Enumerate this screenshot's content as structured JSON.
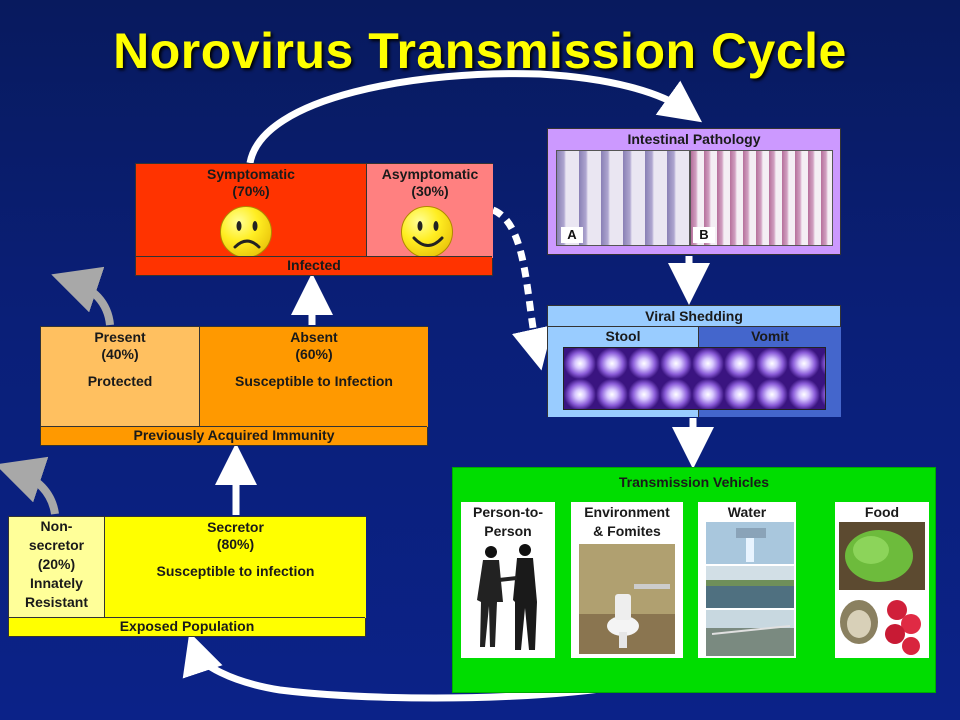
{
  "title": "Norovirus Transmission Cycle",
  "infected": {
    "symptomatic": {
      "label": "Symptomatic",
      "pct": "(70%)"
    },
    "asymptomatic": {
      "label": "Asymptomatic",
      "pct": "(30%)"
    },
    "bar": "Infected"
  },
  "immunity": {
    "present": {
      "label": "Present",
      "pct": "(40%)",
      "desc": "Protected"
    },
    "absent": {
      "label": "Absent",
      "pct": "(60%)",
      "desc": "Susceptible to Infection"
    },
    "bar": "Previously Acquired Immunity"
  },
  "exposed": {
    "nonsecretor": {
      "line1": "Non-",
      "line2": "secretor",
      "pct": "(20%)",
      "line4": "Innately",
      "line5": "Resistant"
    },
    "secretor": {
      "label": "Secretor",
      "pct": "(80%)",
      "desc": "Susceptible to infection"
    },
    "bar": "Exposed Population"
  },
  "intestinal": {
    "title": "Intestinal Pathology",
    "tag_a": "A",
    "tag_b": "B"
  },
  "shedding": {
    "title": "Viral Shedding",
    "stool": "Stool",
    "vomit": "Vomit"
  },
  "transmission": {
    "title": "Transmission Vehicles",
    "person": {
      "line1": "Person-to-",
      "line2": "Person"
    },
    "environment": {
      "line1": "Environment",
      "line2": "& Fomites"
    },
    "water": "Water",
    "food": "Food"
  },
  "colors": {
    "title": "#ffff00",
    "arrow": "#ffffff",
    "back_arrow": "#aaaaaa"
  }
}
